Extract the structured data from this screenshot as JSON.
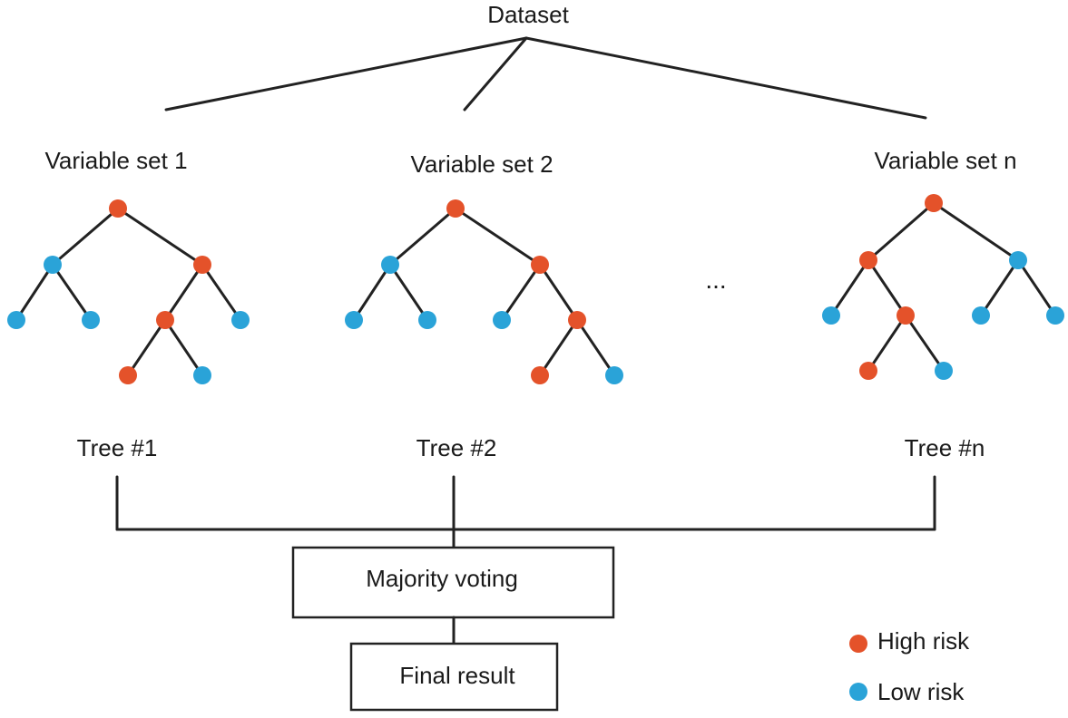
{
  "title": "Dataset",
  "variable_sets": [
    "Variable set 1",
    "Variable set 2",
    "Variable set n"
  ],
  "trees": [
    "Tree #1",
    "Tree #2",
    "Tree #n"
  ],
  "ellipsis": "...",
  "voting_label": "Majority voting",
  "result_label": "Final result",
  "legend": {
    "high": "High risk",
    "low": "Low risk"
  },
  "colors": {
    "high": "#e4522a",
    "low": "#2aa3d8"
  }
}
